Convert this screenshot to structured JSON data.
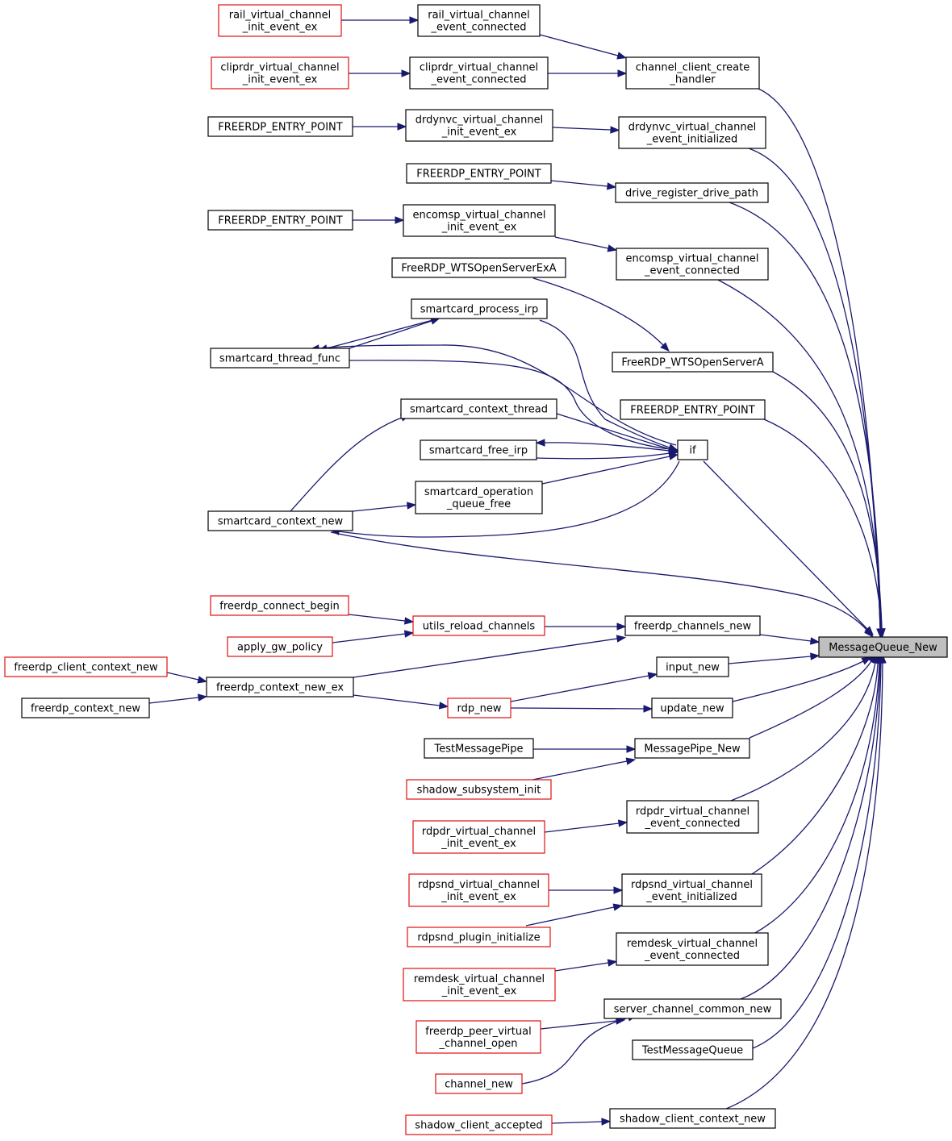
{
  "diagram": {
    "colors": {
      "edge": "#191970",
      "red_border": "#e01010",
      "target_fill": "#bfbfbf"
    },
    "nodes": [
      {
        "id": "n_mq",
        "lines": [
          "MessageQueue_New"
        ],
        "style": "target"
      },
      {
        "id": "n_rail_init",
        "lines": [
          "rail_virtual_channel",
          "_init_event_ex"
        ],
        "style": "red"
      },
      {
        "id": "n_rail_conn",
        "lines": [
          "rail_virtual_channel",
          "_event_connected"
        ],
        "style": "black"
      },
      {
        "id": "n_clip_init",
        "lines": [
          "cliprdr_virtual_channel",
          "_init_event_ex"
        ],
        "style": "red"
      },
      {
        "id": "n_clip_conn",
        "lines": [
          "cliprdr_virtual_channel",
          "_event_connected"
        ],
        "style": "black"
      },
      {
        "id": "n_cch",
        "lines": [
          "channel_client_create",
          "_handler"
        ],
        "style": "black"
      },
      {
        "id": "n_fep1",
        "lines": [
          "FREERDP_ENTRY_POINT"
        ],
        "style": "black"
      },
      {
        "id": "n_drd_init",
        "lines": [
          "drdynvc_virtual_channel",
          "_init_event_ex"
        ],
        "style": "black"
      },
      {
        "id": "n_drd_ev",
        "lines": [
          "drdynvc_virtual_channel",
          "_event_initialized"
        ],
        "style": "black"
      },
      {
        "id": "n_fep2",
        "lines": [
          "FREERDP_ENTRY_POINT"
        ],
        "style": "black"
      },
      {
        "id": "n_drive",
        "lines": [
          "drive_register_drive_path"
        ],
        "style": "black"
      },
      {
        "id": "n_fep3",
        "lines": [
          "FREERDP_ENTRY_POINT"
        ],
        "style": "black"
      },
      {
        "id": "n_enc_init",
        "lines": [
          "encomsp_virtual_channel",
          "_init_event_ex"
        ],
        "style": "black"
      },
      {
        "id": "n_enc_conn",
        "lines": [
          "encomsp_virtual_channel",
          "_event_connected"
        ],
        "style": "black"
      },
      {
        "id": "n_wtsex",
        "lines": [
          "FreeRDP_WTSOpenServerExA"
        ],
        "style": "black"
      },
      {
        "id": "n_wts",
        "lines": [
          "FreeRDP_WTSOpenServerA"
        ],
        "style": "black"
      },
      {
        "id": "n_sc_irp",
        "lines": [
          "smartcard_process_irp"
        ],
        "style": "black"
      },
      {
        "id": "n_sc_thread",
        "lines": [
          "smartcard_thread_func"
        ],
        "style": "black"
      },
      {
        "id": "n_fep4",
        "lines": [
          "FREERDP_ENTRY_POINT"
        ],
        "style": "black"
      },
      {
        "id": "n_sc_ctx_thread",
        "lines": [
          "smartcard_context_thread"
        ],
        "style": "black"
      },
      {
        "id": "n_if",
        "lines": [
          "if"
        ],
        "style": "black"
      },
      {
        "id": "n_sc_free",
        "lines": [
          "smartcard_free_irp"
        ],
        "style": "black"
      },
      {
        "id": "n_sc_opq",
        "lines": [
          "smartcard_operation",
          "_queue_free"
        ],
        "style": "black"
      },
      {
        "id": "n_sc_ctx_new",
        "lines": [
          "smartcard_context_new"
        ],
        "style": "black"
      },
      {
        "id": "n_conn_begin",
        "lines": [
          "freerdp_connect_begin"
        ],
        "style": "red"
      },
      {
        "id": "n_utils",
        "lines": [
          "utils_reload_channels"
        ],
        "style": "red"
      },
      {
        "id": "n_chan_new",
        "lines": [
          "freerdp_channels_new"
        ],
        "style": "black"
      },
      {
        "id": "n_gw",
        "lines": [
          "apply_gw_policy"
        ],
        "style": "red"
      },
      {
        "id": "n_client_ctx",
        "lines": [
          "freerdp_client_context_new"
        ],
        "style": "red"
      },
      {
        "id": "n_ctx_ex",
        "lines": [
          "freerdp_context_new_ex"
        ],
        "style": "black"
      },
      {
        "id": "n_input",
        "lines": [
          "input_new"
        ],
        "style": "black"
      },
      {
        "id": "n_ctx_new",
        "lines": [
          "freerdp_context_new"
        ],
        "style": "black"
      },
      {
        "id": "n_rdp",
        "lines": [
          "rdp_new"
        ],
        "style": "red"
      },
      {
        "id": "n_update",
        "lines": [
          "update_new"
        ],
        "style": "black"
      },
      {
        "id": "n_test_pipe",
        "lines": [
          "TestMessagePipe"
        ],
        "style": "black"
      },
      {
        "id": "n_mpipe",
        "lines": [
          "MessagePipe_New"
        ],
        "style": "black"
      },
      {
        "id": "n_shadow_sub",
        "lines": [
          "shadow_subsystem_init"
        ],
        "style": "red"
      },
      {
        "id": "n_rdpdr_init",
        "lines": [
          "rdpdr_virtual_channel",
          "_init_event_ex"
        ],
        "style": "red"
      },
      {
        "id": "n_rdpdr_conn",
        "lines": [
          "rdpdr_virtual_channel",
          "_event_connected"
        ],
        "style": "black"
      },
      {
        "id": "n_snd_init",
        "lines": [
          "rdpsnd_virtual_channel",
          "_init_event_ex"
        ],
        "style": "red"
      },
      {
        "id": "n_snd_ev",
        "lines": [
          "rdpsnd_virtual_channel",
          "_event_initialized"
        ],
        "style": "black"
      },
      {
        "id": "n_snd_plugin",
        "lines": [
          "rdpsnd_plugin_initialize"
        ],
        "style": "red"
      },
      {
        "id": "n_rem_conn",
        "lines": [
          "remdesk_virtual_channel",
          "_event_connected"
        ],
        "style": "black"
      },
      {
        "id": "n_rem_init",
        "lines": [
          "remdesk_virtual_channel",
          "_init_event_ex"
        ],
        "style": "red"
      },
      {
        "id": "n_server_ch",
        "lines": [
          "server_channel_common_new"
        ],
        "style": "black"
      },
      {
        "id": "n_peer_ch",
        "lines": [
          "freerdp_peer_virtual",
          "_channel_open"
        ],
        "style": "red"
      },
      {
        "id": "n_test_queue",
        "lines": [
          "TestMessageQueue"
        ],
        "style": "black"
      },
      {
        "id": "n_channel_new",
        "lines": [
          "channel_new"
        ],
        "style": "red"
      },
      {
        "id": "n_shadow_ctx",
        "lines": [
          "shadow_client_context_new"
        ],
        "style": "black"
      },
      {
        "id": "n_shadow_acc",
        "lines": [
          "shadow_client_accepted"
        ],
        "style": "red"
      }
    ],
    "edges": [
      {
        "from": "n_rail_init",
        "to": "n_rail_conn"
      },
      {
        "from": "n_rail_conn",
        "to": "n_cch"
      },
      {
        "from": "n_clip_init",
        "to": "n_clip_conn"
      },
      {
        "from": "n_clip_conn",
        "to": "n_cch"
      },
      {
        "from": "n_cch",
        "to": "n_mq"
      },
      {
        "from": "n_fep1",
        "to": "n_drd_init"
      },
      {
        "from": "n_drd_init",
        "to": "n_drd_ev"
      },
      {
        "from": "n_drd_ev",
        "to": "n_mq"
      },
      {
        "from": "n_fep2",
        "to": "n_drive"
      },
      {
        "from": "n_drive",
        "to": "n_mq"
      },
      {
        "from": "n_fep3",
        "to": "n_enc_init"
      },
      {
        "from": "n_enc_init",
        "to": "n_enc_conn"
      },
      {
        "from": "n_enc_conn",
        "to": "n_mq"
      },
      {
        "from": "n_wtsex",
        "to": "n_wts"
      },
      {
        "from": "n_wts",
        "to": "n_mq"
      },
      {
        "from": "n_sc_irp",
        "to": "n_sc_thread"
      },
      {
        "from": "n_sc_thread",
        "to": "n_sc_irp"
      },
      {
        "from": "n_sc_irp",
        "to": "n_if"
      },
      {
        "from": "n_if",
        "to": "n_sc_thread"
      },
      {
        "from": "n_sc_thread",
        "to": "n_if"
      },
      {
        "from": "n_fep4",
        "to": "n_mq"
      },
      {
        "from": "n_sc_ctx_thread",
        "to": "n_if"
      },
      {
        "from": "n_sc_ctx_new",
        "to": "n_sc_ctx_thread"
      },
      {
        "from": "n_if",
        "to": "n_sc_free"
      },
      {
        "from": "n_sc_free",
        "to": "n_if"
      },
      {
        "from": "n_sc_opq",
        "to": "n_if"
      },
      {
        "from": "n_sc_ctx_new",
        "to": "n_sc_opq"
      },
      {
        "from": "n_if",
        "to": "n_sc_ctx_new"
      },
      {
        "from": "n_if",
        "to": "n_mq"
      },
      {
        "from": "n_sc_ctx_new",
        "to": "n_mq"
      },
      {
        "from": "n_conn_begin",
        "to": "n_utils"
      },
      {
        "from": "n_gw",
        "to": "n_utils"
      },
      {
        "from": "n_utils",
        "to": "n_chan_new"
      },
      {
        "from": "n_chan_new",
        "to": "n_mq"
      },
      {
        "from": "n_client_ctx",
        "to": "n_ctx_ex"
      },
      {
        "from": "n_ctx_new",
        "to": "n_ctx_ex"
      },
      {
        "from": "n_ctx_ex",
        "to": "n_chan_new"
      },
      {
        "from": "n_ctx_ex",
        "to": "n_rdp"
      },
      {
        "from": "n_rdp",
        "to": "n_input"
      },
      {
        "from": "n_rdp",
        "to": "n_update"
      },
      {
        "from": "n_input",
        "to": "n_mq"
      },
      {
        "from": "n_update",
        "to": "n_mq"
      },
      {
        "from": "n_test_pipe",
        "to": "n_mpipe"
      },
      {
        "from": "n_shadow_sub",
        "to": "n_mpipe"
      },
      {
        "from": "n_mpipe",
        "to": "n_mq"
      },
      {
        "from": "n_rdpdr_init",
        "to": "n_rdpdr_conn"
      },
      {
        "from": "n_rdpdr_conn",
        "to": "n_mq"
      },
      {
        "from": "n_snd_init",
        "to": "n_snd_ev"
      },
      {
        "from": "n_snd_plugin",
        "to": "n_snd_ev"
      },
      {
        "from": "n_snd_ev",
        "to": "n_mq"
      },
      {
        "from": "n_rem_init",
        "to": "n_rem_conn"
      },
      {
        "from": "n_rem_conn",
        "to": "n_mq"
      },
      {
        "from": "n_peer_ch",
        "to": "n_server_ch"
      },
      {
        "from": "n_channel_new",
        "to": "n_server_ch"
      },
      {
        "from": "n_server_ch",
        "to": "n_mq"
      },
      {
        "from": "n_test_queue",
        "to": "n_mq"
      },
      {
        "from": "n_shadow_acc",
        "to": "n_shadow_ctx"
      },
      {
        "from": "n_shadow_ctx",
        "to": "n_mq"
      }
    ]
  }
}
